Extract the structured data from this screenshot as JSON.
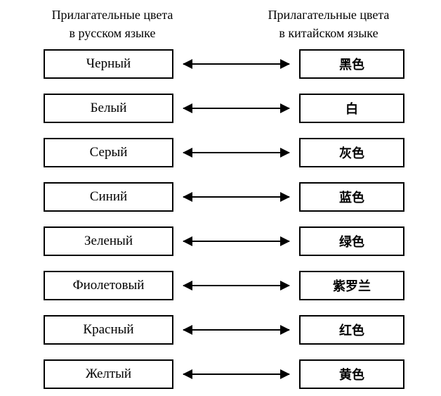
{
  "headers": {
    "left_line1": "Прилагательные цвета",
    "left_line2": "в русском языке",
    "right_line1": "Прилагательные цвета",
    "right_line2": "в китайском языке"
  },
  "pairs": [
    {
      "ru": "Черный",
      "zh": "黑色"
    },
    {
      "ru": "Белый",
      "zh": "白"
    },
    {
      "ru": "Серый",
      "zh": "灰色"
    },
    {
      "ru": "Синий",
      "zh": "蓝色"
    },
    {
      "ru": "Зеленый",
      "zh": "绿色"
    },
    {
      "ru": "Фиолетовый",
      "zh": "紫罗兰"
    },
    {
      "ru": "Красный",
      "zh": "红色"
    },
    {
      "ru": "Желтый",
      "zh": "黄色"
    }
  ]
}
